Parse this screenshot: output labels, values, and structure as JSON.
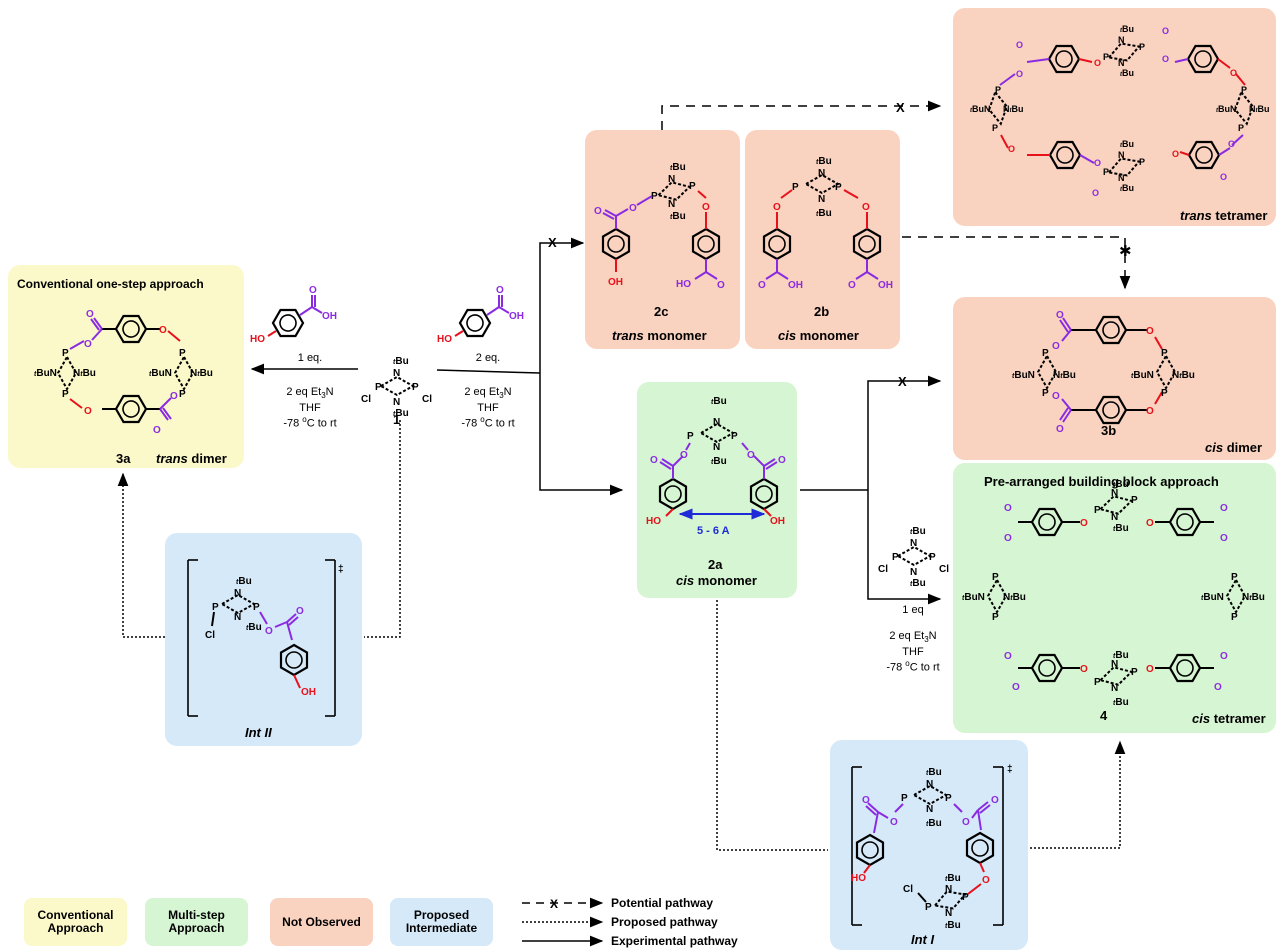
{
  "boxes": {
    "conventional": {
      "title": "Conventional one-step approach",
      "compound": "3a",
      "label_italic": "trans",
      "label_rest": " dimer"
    },
    "trans_monomer": {
      "compound": "2c",
      "label_italic": "trans",
      "label_rest": " monomer"
    },
    "cis_monomer_2b": {
      "compound": "2b",
      "label_italic": "cis",
      "label_rest": " monomer"
    },
    "trans_tetramer": {
      "label_italic": "trans",
      "label_rest": " tetramer"
    },
    "cis_dimer": {
      "compound": "3b",
      "label_italic": "cis",
      "label_rest": " dimer"
    },
    "cis_monomer_2a": {
      "compound": "2a",
      "label_italic": "cis",
      "label_rest": " monomer",
      "distance": "5 - 6 A"
    },
    "prearranged": {
      "title": "Pre-arranged building block approach",
      "compound": "4",
      "label_italic": "cis",
      "label_rest": " tetramer"
    },
    "int2": {
      "label": "Int II"
    },
    "int1": {
      "label": "Int I"
    }
  },
  "reactions": {
    "left": {
      "equiv": "1 eq.",
      "line1": "2 eq Et",
      "sub": "3",
      "line1b": "N",
      "line2": "THF",
      "line3": "-78 ",
      "deg": "o",
      "line3b": "C to rt"
    },
    "middle": {
      "equiv": "2 eq.",
      "line1": "2 eq Et",
      "sub": "3",
      "line1b": "N",
      "line2": "THF",
      "line3": "-78 ",
      "deg": "o",
      "line3b": "C to rt"
    },
    "right": {
      "equiv": "1 eq",
      "line1": "2 eq Et",
      "sub": "3",
      "line1b": "N",
      "line2": "THF",
      "line3": "-78 ",
      "deg": "o",
      "line3b": "C to rt"
    },
    "starting": {
      "compound": "1"
    }
  },
  "atoms": {
    "oh": "OH",
    "ho": "HO",
    "cl": "Cl",
    "p": "P",
    "n": "N",
    "o": "O",
    "tbu": "Bu",
    "t": "t",
    "x": "X",
    "ddagger": "‡"
  },
  "legend": {
    "conventional": "Conventional\nApproach",
    "multistep": "Multi-step\nApproach",
    "not_observed": "Not Observed",
    "proposed_int": "Proposed\nIntermediate",
    "potential": "Potential pathway",
    "proposed": "Proposed pathway",
    "experimental": "Experimental pathway"
  },
  "colors": {
    "yellow": "#fbf9c9",
    "green": "#d6f5d2",
    "salmon": "#f9d2c0",
    "blue": "#d6e9f8",
    "purple": "#8a2be2",
    "red": "#e8101a",
    "arrow_blue": "#1f2bd6"
  }
}
